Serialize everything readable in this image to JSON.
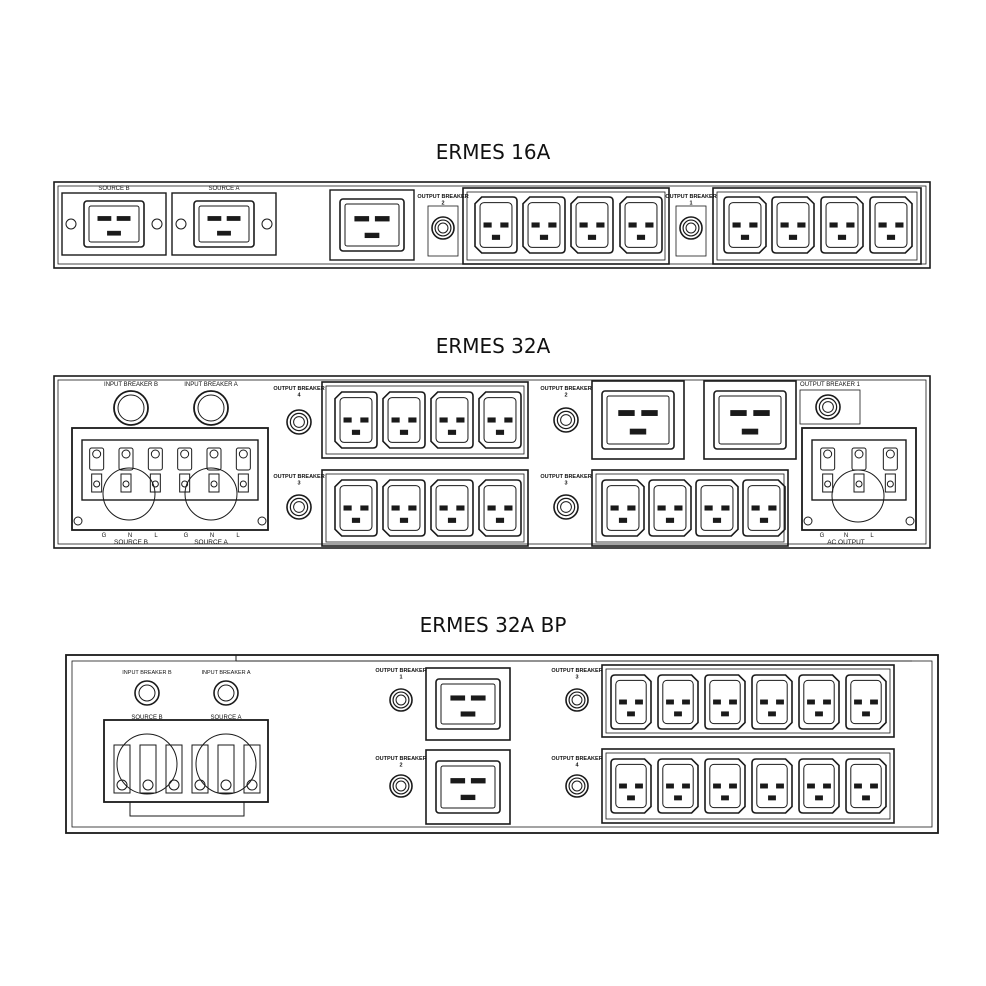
{
  "titles": {
    "p16": "ERMES 16A",
    "p32": "ERMES 32A",
    "p32bp": "ERMES 32A BP"
  },
  "labels": {
    "source_b": "SOURCE B",
    "source_a": "SOURCE A",
    "output_breaker_1": "OUTPUT BREAKER 1",
    "output_breaker_2": "OUTPUT BREAKER 2",
    "output_breaker_3": "OUTPUT BREAKER 3",
    "output_breaker_4": "OUTPUT BREAKER 4",
    "input_breaker_b": "INPUT BREAKER B",
    "input_breaker_a": "INPUT BREAKER A",
    "ac_output": "AC OUTPUT",
    "g": "G",
    "n": "N",
    "l": "L"
  },
  "colors": {
    "line": "#1a1a1a",
    "panel": "#ffffff"
  }
}
